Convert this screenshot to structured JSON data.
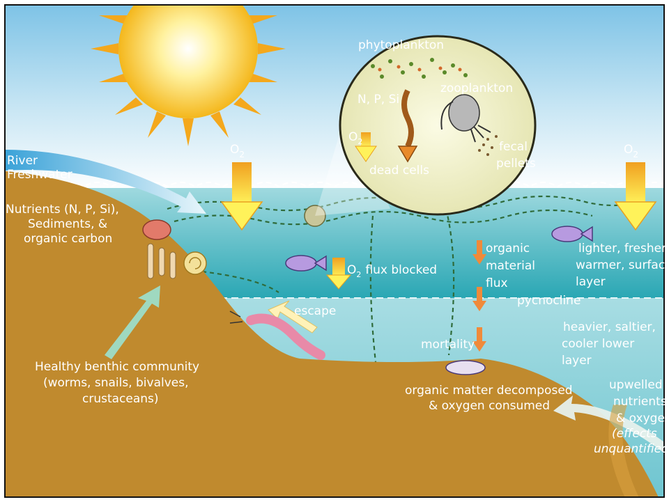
{
  "sky": {
    "o2_left": "O",
    "o2_right": "O",
    "o2_sub": "2"
  },
  "river": {
    "line1": "River",
    "line2": "Freshwater"
  },
  "nutrients": {
    "line1": "Nutrients (N, P, Si),",
    "line2": "Sediments, &",
    "line3": "organic carbon"
  },
  "inset": {
    "phytoplankton": "phytoplankton",
    "npsi": "N, P, Si",
    "zooplankton": "zooplankton",
    "o2": "O",
    "o2_sub": "2",
    "fecal1": "fecal",
    "fecal2": "pellets",
    "dead_cells": "dead cells"
  },
  "water": {
    "flux_blocked_o": "O",
    "flux_blocked_sub": "2",
    "flux_blocked": "flux blocked",
    "organic1": "organic",
    "organic2": "material",
    "organic3": "flux",
    "pycnocline": "pycnocline",
    "surface1": "lighter, fresher,",
    "surface2": "warmer, surface",
    "surface3": "layer",
    "escape": "escape",
    "lower1": "heavier, saltier,",
    "lower2": "cooler lower",
    "lower3": "layer",
    "mortality": "mortality",
    "decomp1": "organic matter decomposed",
    "decomp2": "& oxygen consumed",
    "upwell1": "upwelled",
    "upwell2": "nutrients",
    "upwell3": "& oxygen",
    "upwell4": "(effects",
    "upwell5": "unquantified)"
  },
  "benthic": {
    "line1": "Healthy benthic community",
    "line2": "(worms, snails, bivalves,",
    "line3": "crustaceans)"
  }
}
